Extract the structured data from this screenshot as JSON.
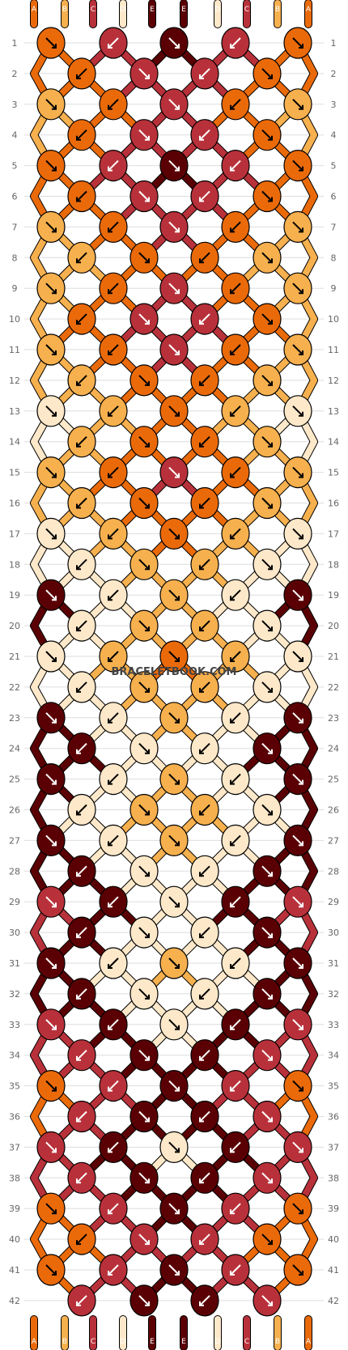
{
  "strand_colors": {
    "A": "#ea6a0a",
    "B": "#f6b04e",
    "C": "#b8313a",
    "D": "#fde8c9",
    "E": "#5a0004"
  },
  "strand_order_top": [
    "A",
    "B",
    "C",
    "D",
    "E",
    "E",
    "D",
    "C",
    "B",
    "A"
  ],
  "strand_order_bottom": [
    "A",
    "B",
    "C",
    "D",
    "E",
    "E",
    "D",
    "C",
    "B",
    "A"
  ],
  "row_count": 42,
  "row_numbers": [
    "1",
    "2",
    "3",
    "4",
    "5",
    "6",
    "7",
    "8",
    "9",
    "10",
    "11",
    "12",
    "13",
    "14",
    "15",
    "16",
    "17",
    "18",
    "19",
    "20",
    "21",
    "22",
    "23",
    "24",
    "25",
    "26",
    "27",
    "28",
    "29",
    "30",
    "31",
    "32",
    "33",
    "34",
    "35",
    "36",
    "37",
    "38",
    "39",
    "40",
    "41",
    "42"
  ],
  "watermark": "BRACELETBOOK.COM",
  "knot_rows": [
    [
      "A",
      "C",
      "E",
      "C",
      "A"
    ],
    [
      "A",
      "C",
      "C",
      "A"
    ],
    [
      "B",
      "A",
      "C",
      "A",
      "B"
    ],
    [
      "A",
      "C",
      "C",
      "A"
    ],
    [
      "A",
      "C",
      "E",
      "C",
      "A"
    ],
    [
      "A",
      "C",
      "C",
      "A"
    ],
    [
      "B",
      "A",
      "C",
      "A",
      "B"
    ],
    [
      "B",
      "A",
      "A",
      "B"
    ],
    [
      "B",
      "A",
      "C",
      "A",
      "B"
    ],
    [
      "A",
      "C",
      "C",
      "A"
    ],
    [
      "B",
      "A",
      "C",
      "A",
      "B"
    ],
    [
      "B",
      "A",
      "A",
      "B"
    ],
    [
      "D",
      "B",
      "A",
      "B",
      "D"
    ],
    [
      "B",
      "A",
      "A",
      "B"
    ],
    [
      "B",
      "A",
      "C",
      "A",
      "B"
    ],
    [
      "B",
      "A",
      "A",
      "B"
    ],
    [
      "D",
      "B",
      "A",
      "B",
      "D"
    ],
    [
      "D",
      "B",
      "B",
      "D"
    ],
    [
      "E",
      "D",
      "B",
      "D",
      "E"
    ],
    [
      "D",
      "B",
      "B",
      "D"
    ],
    [
      "D",
      "B",
      "A",
      "B",
      "D"
    ],
    [
      "D",
      "B",
      "B",
      "D"
    ],
    [
      "E",
      "D",
      "B",
      "D",
      "E"
    ],
    [
      "E",
      "D",
      "D",
      "E"
    ],
    [
      "E",
      "D",
      "B",
      "D",
      "E"
    ],
    [
      "D",
      "B",
      "B",
      "D"
    ],
    [
      "E",
      "D",
      "B",
      "D",
      "E"
    ],
    [
      "E",
      "D",
      "D",
      "E"
    ],
    [
      "C",
      "E",
      "D",
      "E",
      "C"
    ],
    [
      "E",
      "D",
      "D",
      "E"
    ],
    [
      "E",
      "D",
      "B",
      "D",
      "E"
    ],
    [
      "E",
      "D",
      "D",
      "E"
    ],
    [
      "C",
      "E",
      "D",
      "E",
      "C"
    ],
    [
      "C",
      "E",
      "E",
      "C"
    ],
    [
      "A",
      "C",
      "E",
      "C",
      "A"
    ],
    [
      "C",
      "E",
      "E",
      "C"
    ],
    [
      "C",
      "E",
      "D",
      "E",
      "C"
    ],
    [
      "C",
      "E",
      "E",
      "C"
    ],
    [
      "A",
      "C",
      "E",
      "C",
      "A"
    ],
    [
      "A",
      "C",
      "C",
      "A"
    ],
    [
      "A",
      "C",
      "E",
      "C",
      "A"
    ],
    [
      "C",
      "E",
      "E",
      "C"
    ]
  ]
}
